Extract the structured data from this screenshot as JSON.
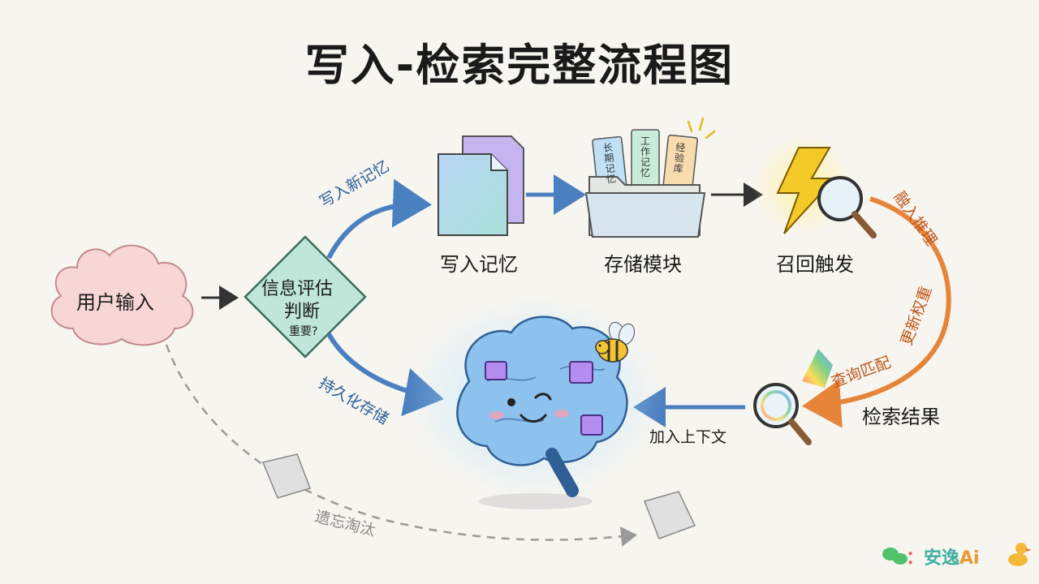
{
  "title": "写入-检索完整流程图",
  "nodes": {
    "user_input": "用户输入",
    "evaluate_line1": "信息评估",
    "evaluate_line2": "判断",
    "evaluate_sub": "重要?",
    "write_memory": "写入记忆",
    "storage_module": "存储模块",
    "recall_trigger": "召回触发",
    "retrieval_result": "检索结果"
  },
  "folder_tabs": {
    "tab1": "长期记忆",
    "tab2": "工作记忆",
    "tab3": "经验库"
  },
  "edges": {
    "write_new_memory": "写入新记忆",
    "persist_storage": "持久化存储",
    "fuse_reasoning": "融入推理",
    "update_weights": "更新权重",
    "query_match": "查询匹配",
    "add_context": "加入上下文",
    "forget_eliminate": "遗忘淘汰"
  },
  "watermark": {
    "separator": "：",
    "brand": "安逸",
    "suffix": "Ai"
  },
  "colors": {
    "arrow_blue": "#4a7fc0",
    "arrow_orange": "#e6853a",
    "arrow_grey": "#9a9a9a",
    "cloud_fill": "#f9d6d6",
    "diamond_fill": "#bfe6d9",
    "brain_fill": "#8ec2ee",
    "chip_fill": "#b58cf0",
    "lightning": "#f5c928"
  }
}
